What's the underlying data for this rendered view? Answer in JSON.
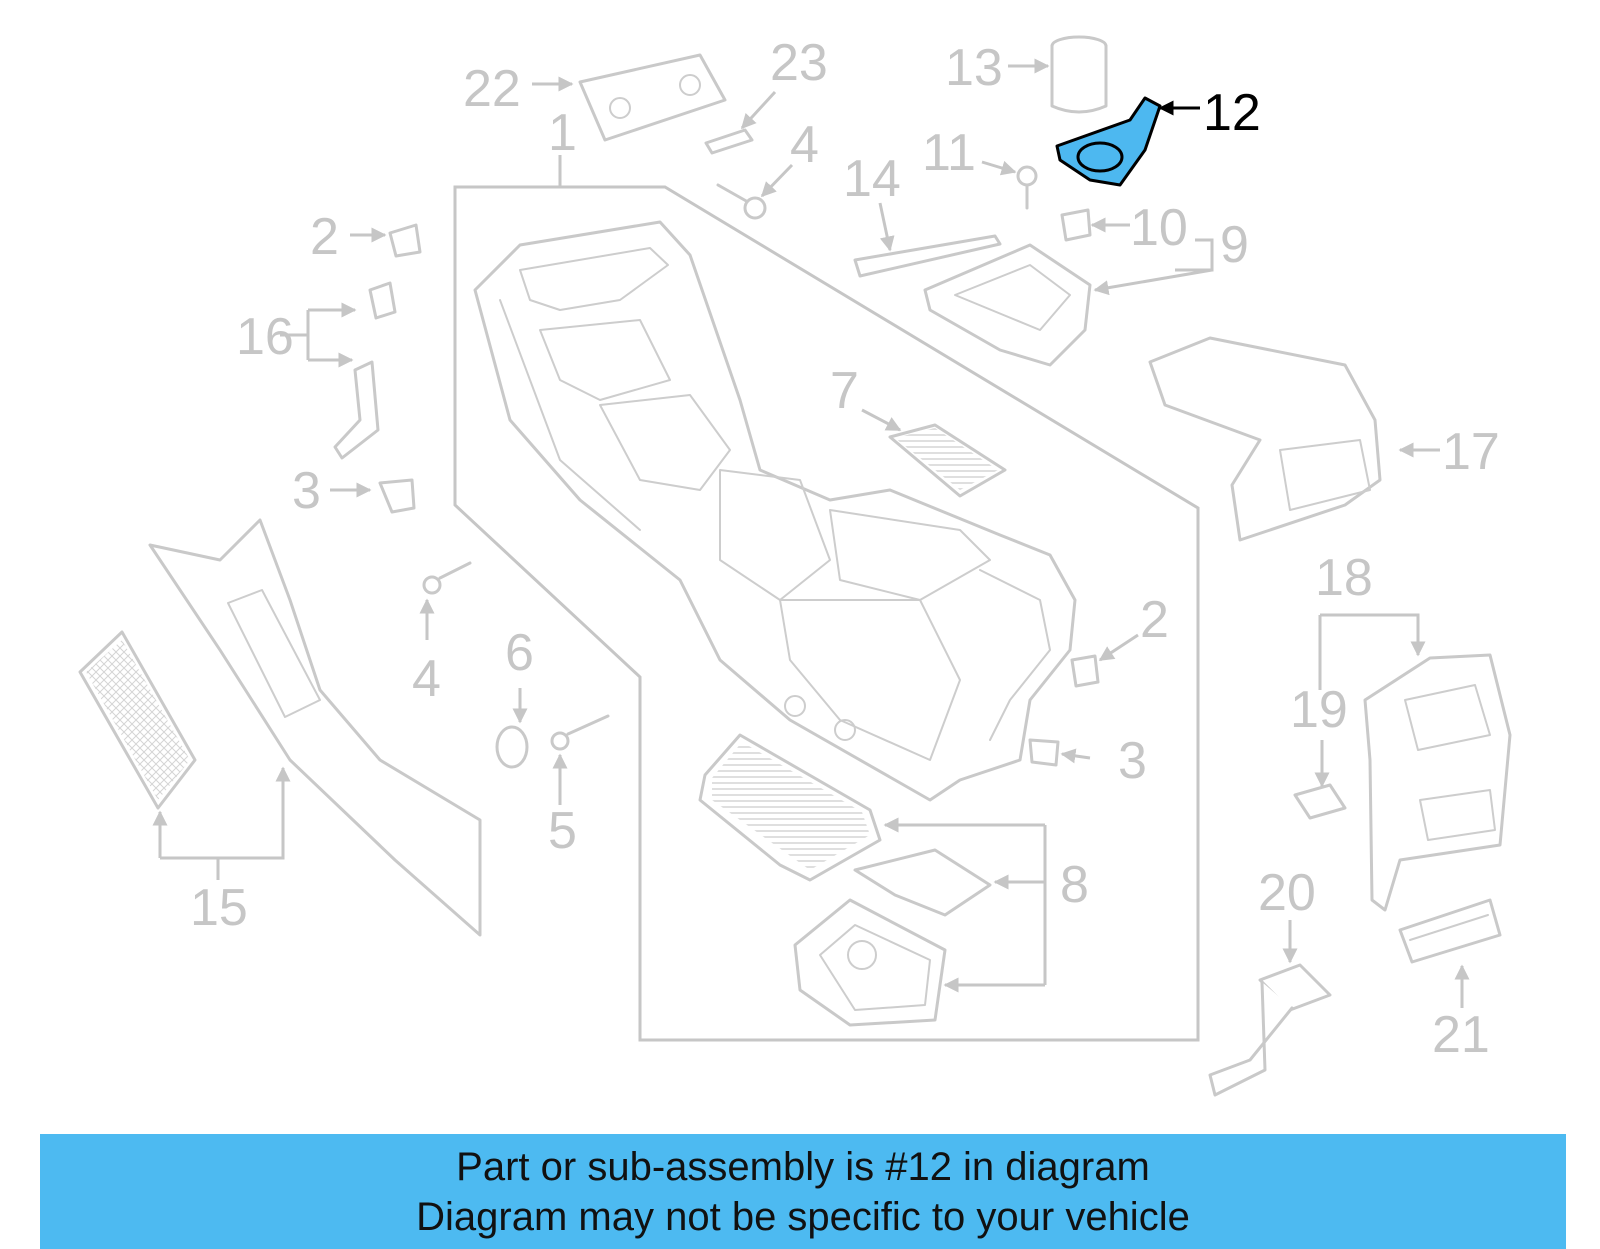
{
  "callouts": {
    "c1": "1",
    "c2a": "2",
    "c2b": "2",
    "c3a": "3",
    "c3b": "3",
    "c4a": "4",
    "c4b": "4",
    "c5": "5",
    "c6": "6",
    "c7": "7",
    "c8": "8",
    "c9": "9",
    "c10": "10",
    "c11": "11",
    "c12": "12",
    "c13": "13",
    "c14": "14",
    "c15": "15",
    "c16": "16",
    "c17": "17",
    "c18": "18",
    "c19": "19",
    "c20": "20",
    "c21": "21",
    "c22": "22",
    "c23": "23"
  },
  "highlighted_part": "12",
  "colors": {
    "highlight": "#4db8f0",
    "banner": "#4dbaf1",
    "linework": "#c9c9c9"
  },
  "banner": {
    "line1": "Part or sub-assembly is #12 in diagram",
    "line2": "Diagram may not be specific to your vehicle"
  }
}
